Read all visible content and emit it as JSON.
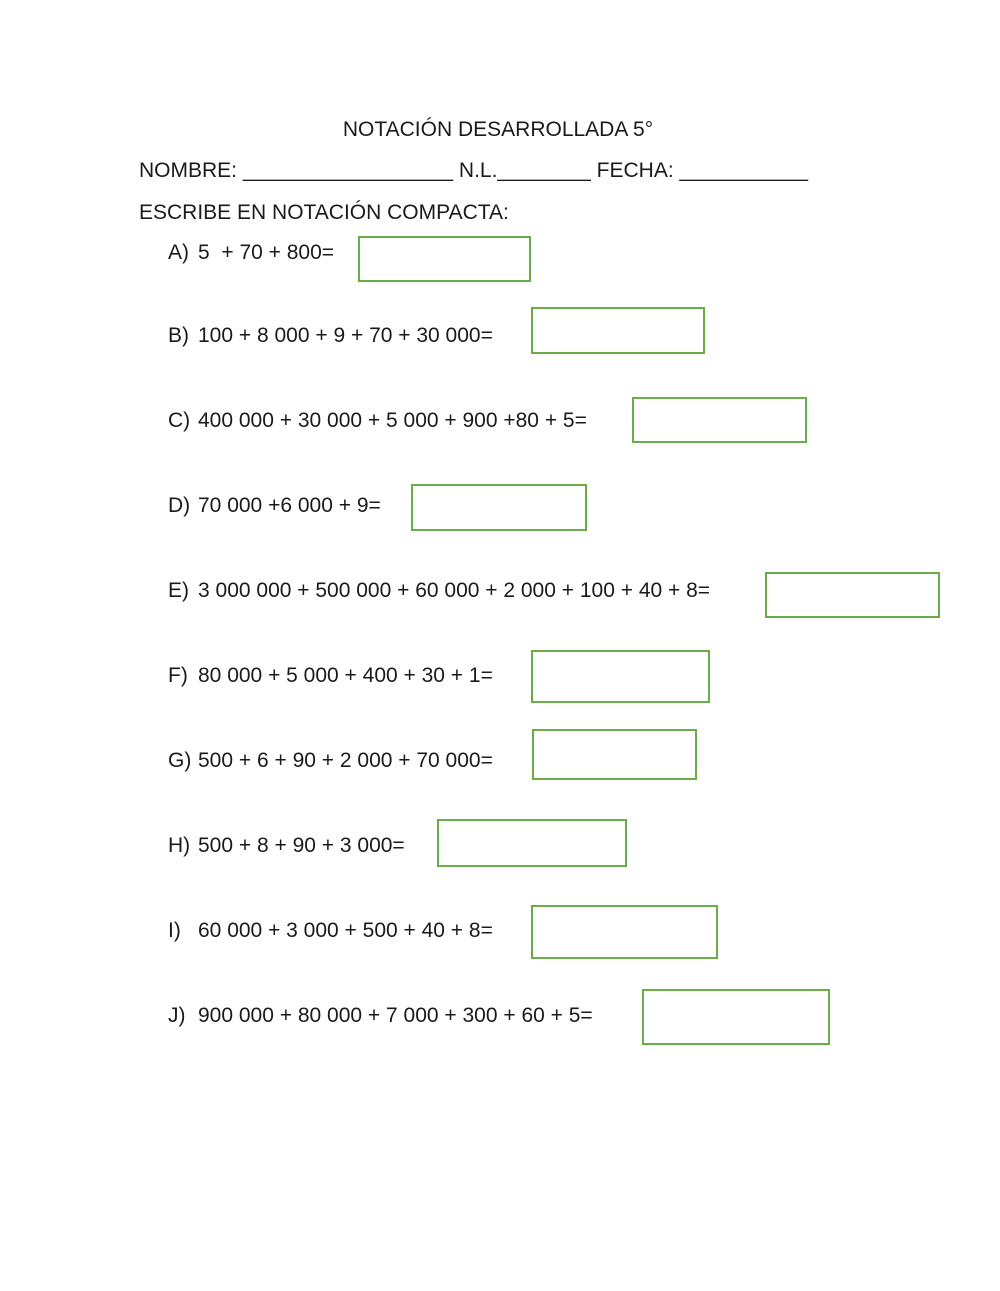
{
  "worksheet": {
    "title": "NOTACIÓN DESARROLLADA 5°",
    "header_line": "NOMBRE: __________________ N.L.________ FECHA: ___________",
    "instruction": "ESCRIBE EN NOTACIÓN COMPACTA:",
    "box_color": "#6aad46",
    "questions": [
      {
        "label": "A)",
        "expression": "5  + 70 + 800=",
        "answer": ""
      },
      {
        "label": "B)",
        "expression": "100 + 8 000 + 9 + 70 + 30 000=",
        "answer": ""
      },
      {
        "label": "C)",
        "expression": "400 000 + 30 000 + 5 000 + 900 +80 + 5=",
        "answer": ""
      },
      {
        "label": "D)",
        "expression": "70 000 +6 000 + 9=",
        "answer": ""
      },
      {
        "label": "E)",
        "expression": "3 000 000 + 500 000 + 60 000 + 2 000 + 100 + 40 + 8=",
        "answer": ""
      },
      {
        "label": "F)",
        "expression": "80 000 + 5 000 + 400 + 30 + 1=",
        "answer": ""
      },
      {
        "label": "G)",
        "expression": "500 + 6 + 90 + 2 000 + 70 000=",
        "answer": ""
      },
      {
        "label": "H)",
        "expression": "500 + 8 + 90 + 3 000=",
        "answer": ""
      },
      {
        "label": "I)",
        "expression": "60 000 + 3 000 + 500 + 40 + 8=",
        "answer": ""
      },
      {
        "label": "J)",
        "expression": "900 000 + 80 000 + 7 000 + 300 + 60 + 5=",
        "answer": ""
      }
    ]
  }
}
